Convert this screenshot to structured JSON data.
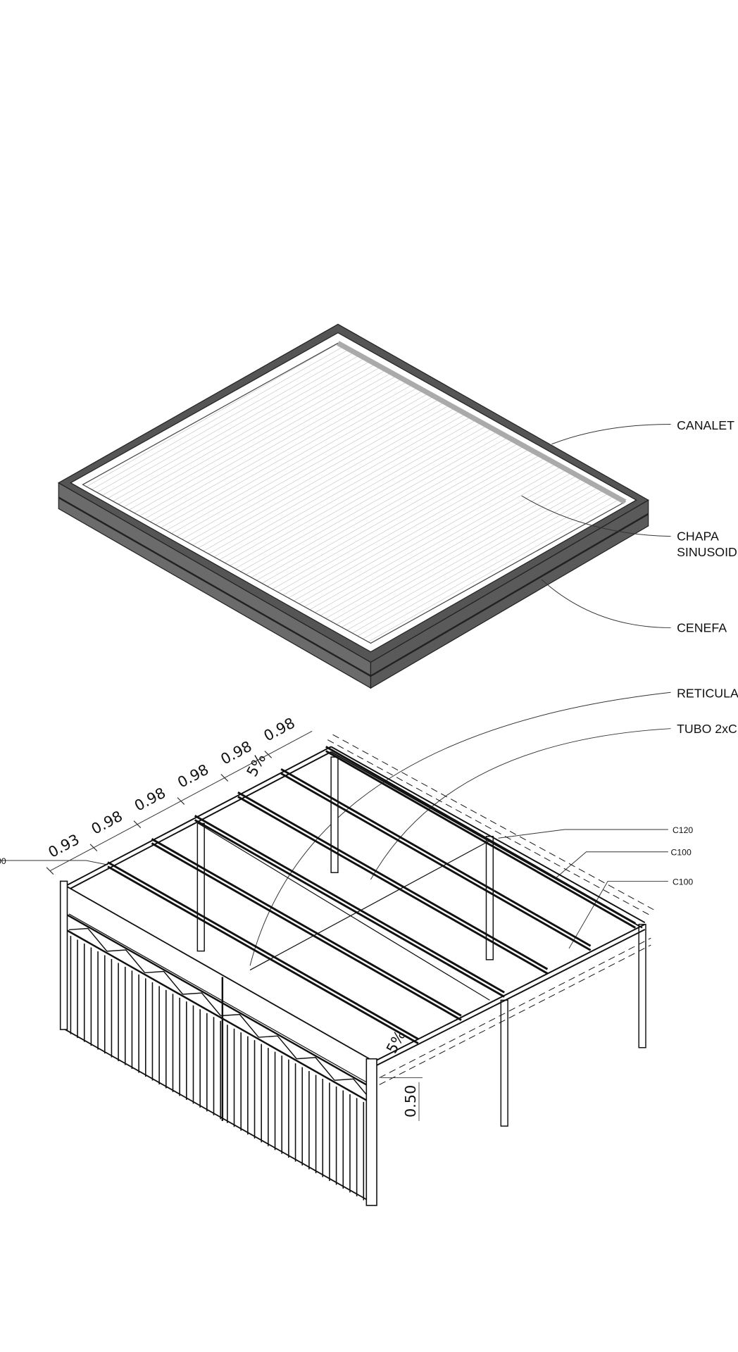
{
  "labels": {
    "canaleta": "CANALET",
    "chapa_1": "CHAPA",
    "chapa_2": "SINUSOID",
    "cenefa": "CENEFA",
    "reticula": "RETICULA",
    "tubo": "TUBO 2xC",
    "c120": "C120",
    "c100_a": "C100",
    "c100_b": "C100",
    "left_cut": "00"
  },
  "dimensions": [
    "0.93",
    "0.98",
    "0.98",
    "0.98",
    "0.98",
    "0.98"
  ],
  "slope_1": "5%",
  "slope_2": "5%",
  "height_dim": "0.50"
}
